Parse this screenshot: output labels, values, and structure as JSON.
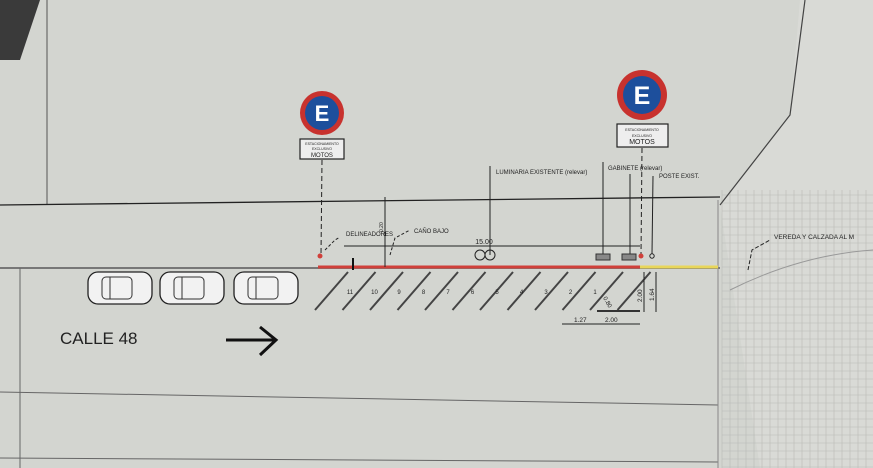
{
  "signs": [
    {
      "letter": "E",
      "line1": "ESTACIONAMIENTO",
      "line2": "EXCLUSIVO",
      "line3": "MOTOS"
    },
    {
      "letter": "E",
      "line1": "ESTACIONAMIENTO",
      "line2": "EXCLUSIVO",
      "line3": "MOTOS"
    }
  ],
  "labels": {
    "luminaria": "LUMINARIA EXISTENTE (relevar)",
    "gabinete": "GABINETE (relevar)",
    "poste": "POSTE EXIST.",
    "delineadores": "DELINEADORES",
    "cano_bajo": "CAÑO BAJO",
    "vereda": "VEREDA Y CALZADA AL M",
    "street": "CALLE 48"
  },
  "dimensions": {
    "length": "15.00",
    "width_small": "0.80",
    "d1": "1.27",
    "d2": "2.00",
    "v1": "2.00",
    "v2": "1.64",
    "small": "0.20"
  },
  "stalls": [
    "11",
    "10",
    "9",
    "8",
    "7",
    "6",
    "5",
    "4",
    "3",
    "2",
    "1"
  ],
  "colors": {
    "paper": "#d3d5d0",
    "sign_red": "#c8322e",
    "sign_blue": "#1d4f9c",
    "curb_red": "#d0403a",
    "curb_yellow": "#e8d65a"
  }
}
